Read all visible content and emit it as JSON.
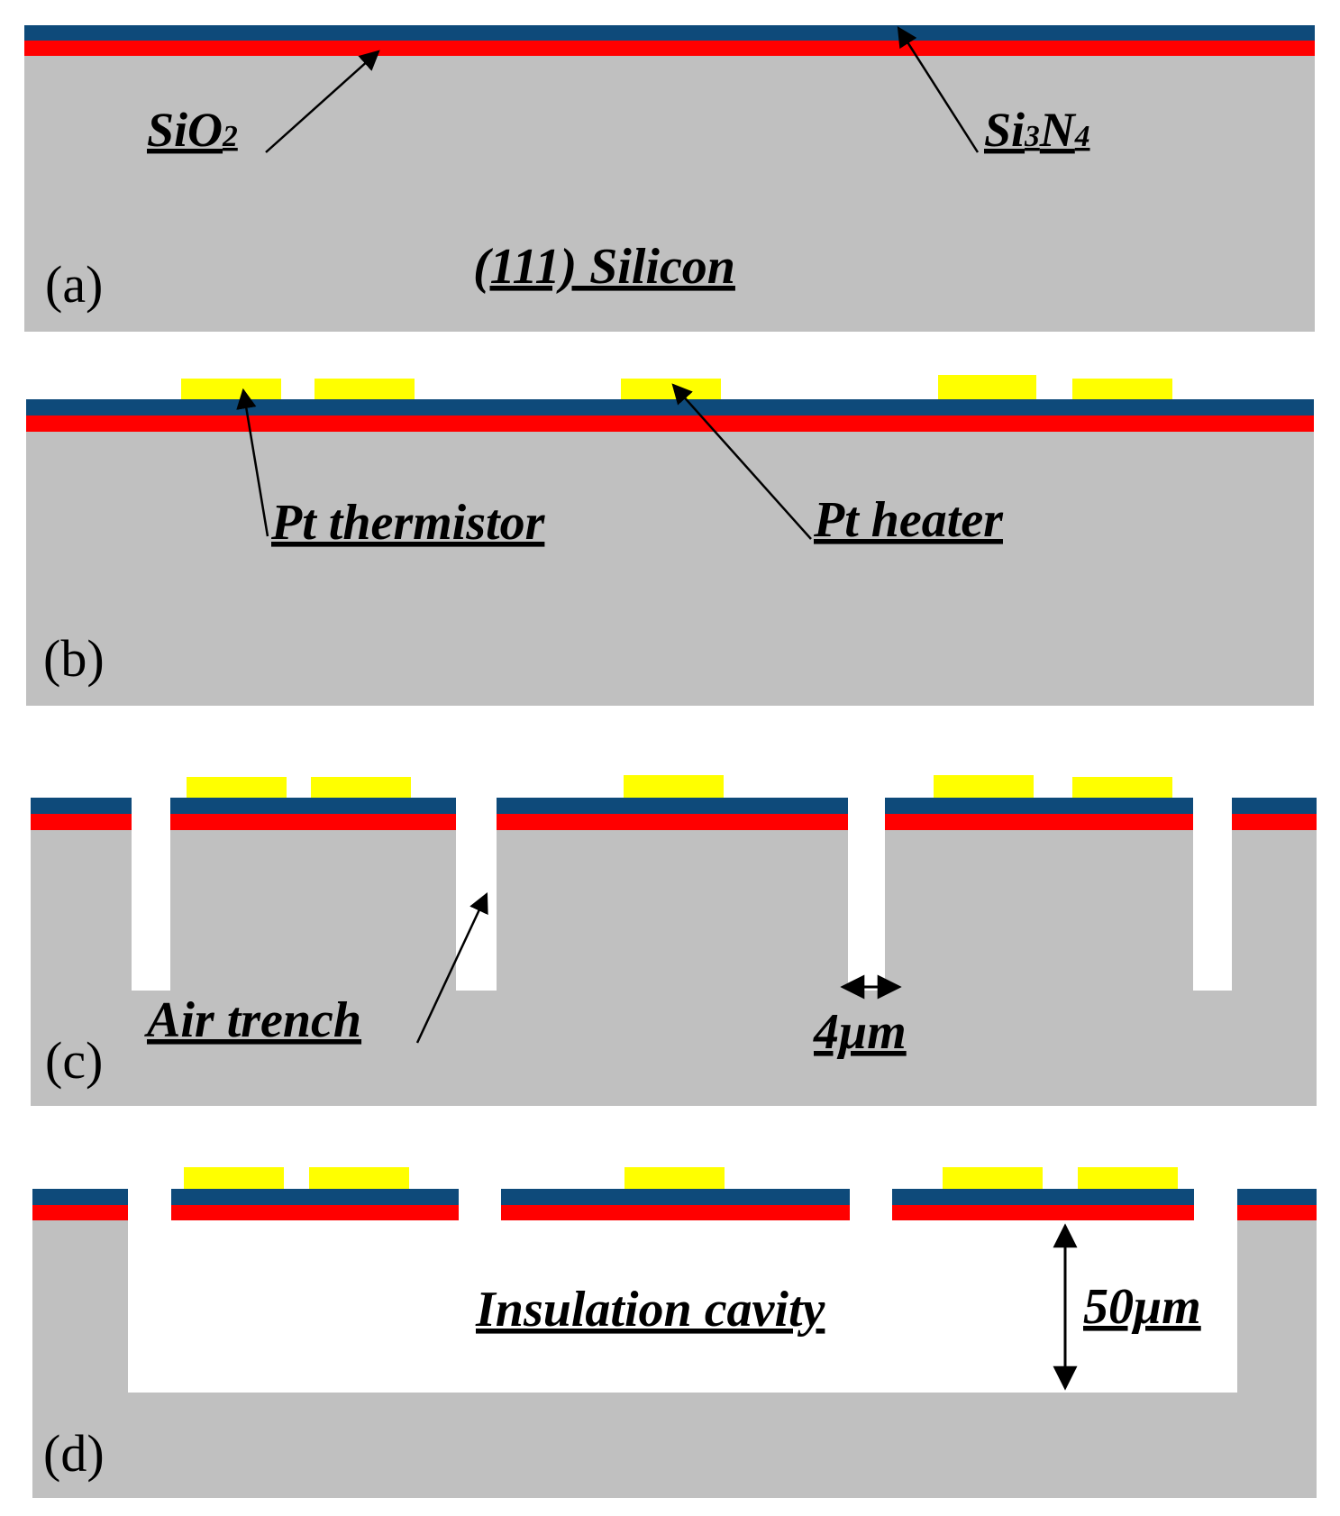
{
  "colors": {
    "silicon": "#c0c0c0",
    "sio2": "#ff0000",
    "si3n4": "#0e4a7a",
    "platinum": "#ffff00",
    "arrow": "#000000",
    "background": "#ffffff"
  },
  "panels": [
    {
      "id": "a",
      "label": "(a)",
      "annotations": {
        "sio2": {
          "base": "SiO",
          "sub": "2"
        },
        "si3n4": {
          "pre": "Si",
          "sub1": "3",
          "mid": "N",
          "sub2": "4"
        },
        "silicon": "(111) Silicon"
      }
    },
    {
      "id": "b",
      "label": "(b)",
      "annotations": {
        "thermistor": "Pt thermistor",
        "heater": "Pt heater"
      }
    },
    {
      "id": "c",
      "label": "(c)",
      "annotations": {
        "trench": "Air trench",
        "width": "4μm"
      }
    },
    {
      "id": "d",
      "label": "(d)",
      "annotations": {
        "cavity": "Insulation cavity",
        "depth": "50μm"
      }
    }
  ]
}
